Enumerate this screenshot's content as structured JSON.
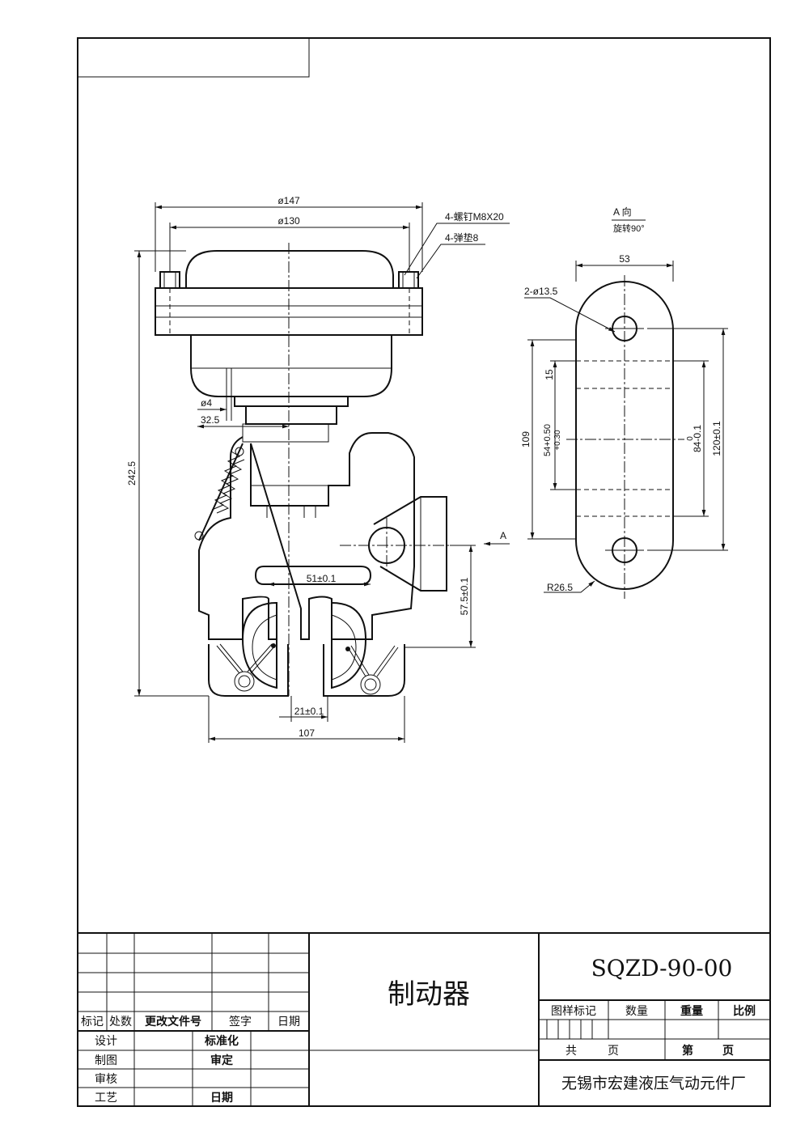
{
  "title_block": {
    "part_name": "制动器",
    "drawing_code": "SQZD-90-00",
    "factory": "无锡市宏建液压气动元件厂",
    "revision_headers": [
      "标记",
      "处数",
      "更改文件号",
      "签字",
      "日期"
    ],
    "roles": {
      "design": "设计",
      "standardize": "标准化",
      "draft": "制图",
      "check": "审定",
      "review": "审核",
      "process": "工艺",
      "date": "日期"
    },
    "info_headers": [
      "图样标记",
      "数量",
      "重量",
      "比例"
    ],
    "sheet_total": "共",
    "sheet_page": "页",
    "sheet_no": "第",
    "sheet_page2": "页"
  },
  "dimensions": {
    "d147": "ø147",
    "d130": "ø130",
    "screws": "4-螺钉M8X20",
    "washers": "4-弹垫8",
    "d4": "ø4",
    "d32_5": "32.5",
    "h242_5": "242.5",
    "d51": "51±0.1",
    "d57_5": "57.5±0.1",
    "d21": "21±0.1",
    "d107": "107",
    "arrow_a": "A"
  },
  "view_a": {
    "title": "A 向",
    "subtitle": "旋转90°",
    "w53": "53",
    "holes": "2-ø13.5",
    "h109": "109",
    "h15": "15",
    "h54": "54+0.50",
    "h54b": "+0.30",
    "h84": "84-0.1",
    "h84b": "0",
    "h120": "120±0.1",
    "r26_5": "R26.5"
  }
}
